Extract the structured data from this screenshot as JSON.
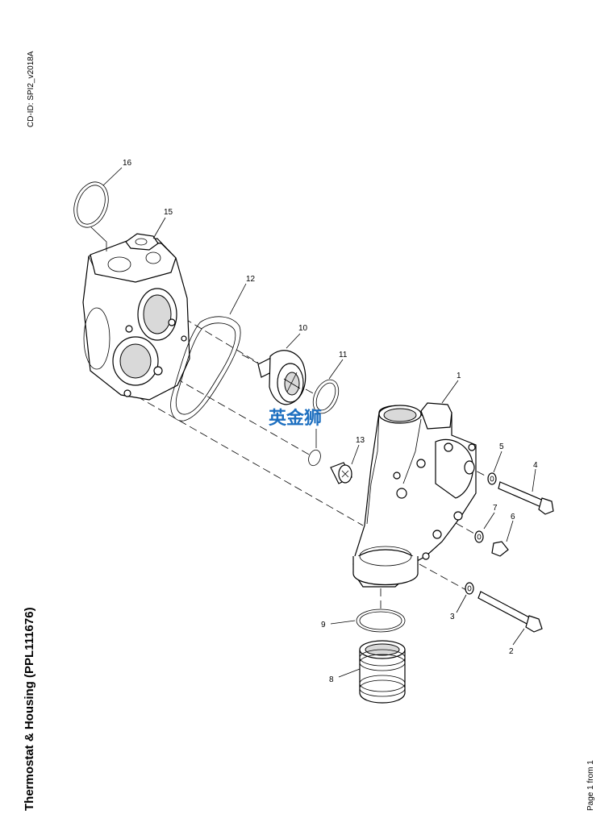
{
  "doc_id": "CD-ID: SPI2_v2018A",
  "title": "Thermostat & Housing (PPL111676)",
  "page_label": "Page 1 from 1",
  "watermark": "英金狮",
  "callouts": [
    "1",
    "2",
    "3",
    "4",
    "5",
    "6",
    "7",
    "8",
    "9",
    "10",
    "11",
    "12",
    "13",
    "15",
    "16"
  ]
}
